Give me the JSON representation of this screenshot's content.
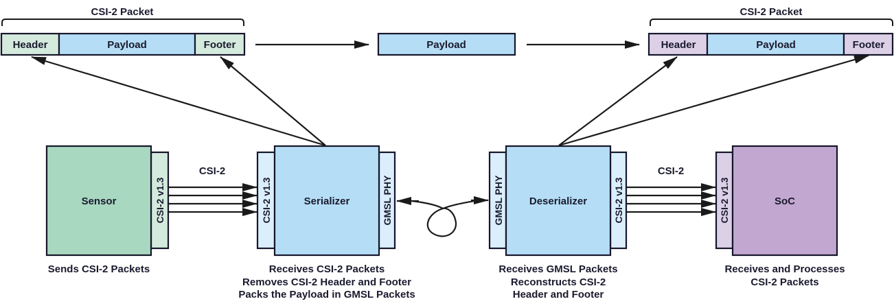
{
  "colors": {
    "green_main": "#a8d8c0",
    "green_light": "#d3eadd",
    "blue_main": "#b5def6",
    "blue_light": "#daeefb",
    "purple_main": "#c2a7d0",
    "purple_light": "#dcd0e6",
    "stroke": "#16162a",
    "text": "#1a1a2e"
  },
  "top": {
    "left_packet": {
      "title": "CSI-2 Packet",
      "header": "Header",
      "payload": "Payload",
      "footer": "Footer"
    },
    "middle_payload": "Payload",
    "right_packet": {
      "title": "CSI-2 Packet",
      "header": "Header",
      "payload": "Payload",
      "footer": "Footer"
    }
  },
  "blocks": {
    "sensor": {
      "label": "Sensor",
      "port": "CSI-2 v1.3",
      "caption": [
        "Sends CSI-2 Packets"
      ]
    },
    "serializer": {
      "label": "Serializer",
      "port_in": "CSI-2 v1.3",
      "port_out": "GMSL PHY",
      "caption": [
        "Receives CSI-2 Packets",
        "Removes CSI-2 Header and Footer",
        "Packs the Payload in GMSL Packets"
      ]
    },
    "deserializer": {
      "label": "Deserializer",
      "port_in": "GMSL PHY",
      "port_out": "CSI-2 v1.3",
      "caption": [
        "Receives GMSL Packets",
        "Reconstructs CSI-2",
        "Header and Footer"
      ]
    },
    "soc": {
      "label": "SoC",
      "port": "CSI-2 v1.3",
      "caption": [
        "Receives and Processes",
        "CSI-2 Packets"
      ]
    }
  },
  "links": {
    "sensor_to_serializer": "CSI-2",
    "deserializer_to_soc": "CSI-2"
  }
}
